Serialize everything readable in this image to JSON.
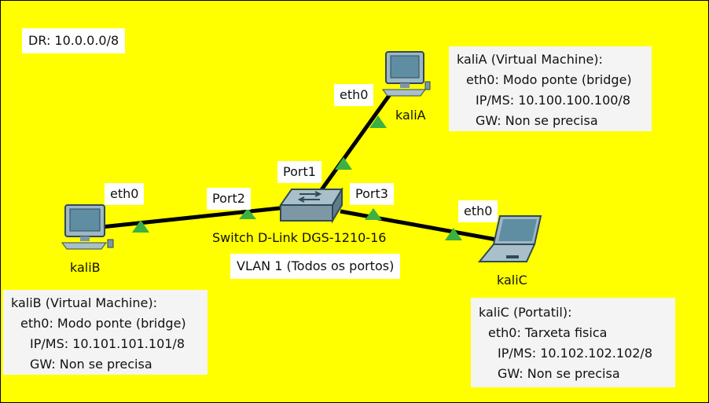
{
  "network": {
    "dr_label": "DR: 10.0.0.0/8",
    "switch_label": "Switch D-Link DGS-1210-16",
    "vlan_label": "VLAN 1 (Todos os portos)",
    "ports": {
      "port1": "Port1",
      "port2": "Port2",
      "port3": "Port3"
    },
    "hosts": {
      "kaliA": {
        "name": "kaliA",
        "iface": "eth0",
        "info": [
          "kaliA (Virtual Machine):",
          "eth0: Modo ponte (bridge)",
          "IP/MS: 10.100.100.100/8",
          "GW: Non se precisa"
        ]
      },
      "kaliB": {
        "name": "kaliB",
        "iface": "eth0",
        "info": [
          "kaliB (Virtual Machine):",
          "eth0: Modo ponte (bridge)",
          "IP/MS: 10.101.101.101/8",
          "GW: Non se precisa"
        ]
      },
      "kaliC": {
        "name": "kaliC",
        "iface": "eth0",
        "info": [
          "kaliC (Portatil):",
          "eth0: Tarxeta fisica",
          "IP/MS: 10.102.102.102/8",
          "GW: Non se precisa"
        ]
      }
    }
  },
  "colors": {
    "background": "#ffff00",
    "link": "#000000",
    "link_indicator": "#3cb043",
    "label_bg": "#ffffff",
    "infobox_bg": "#f4f4f4"
  },
  "icons": [
    "desktop-pc-icon",
    "desktop-pc-icon",
    "laptop-icon",
    "network-switch-icon"
  ]
}
